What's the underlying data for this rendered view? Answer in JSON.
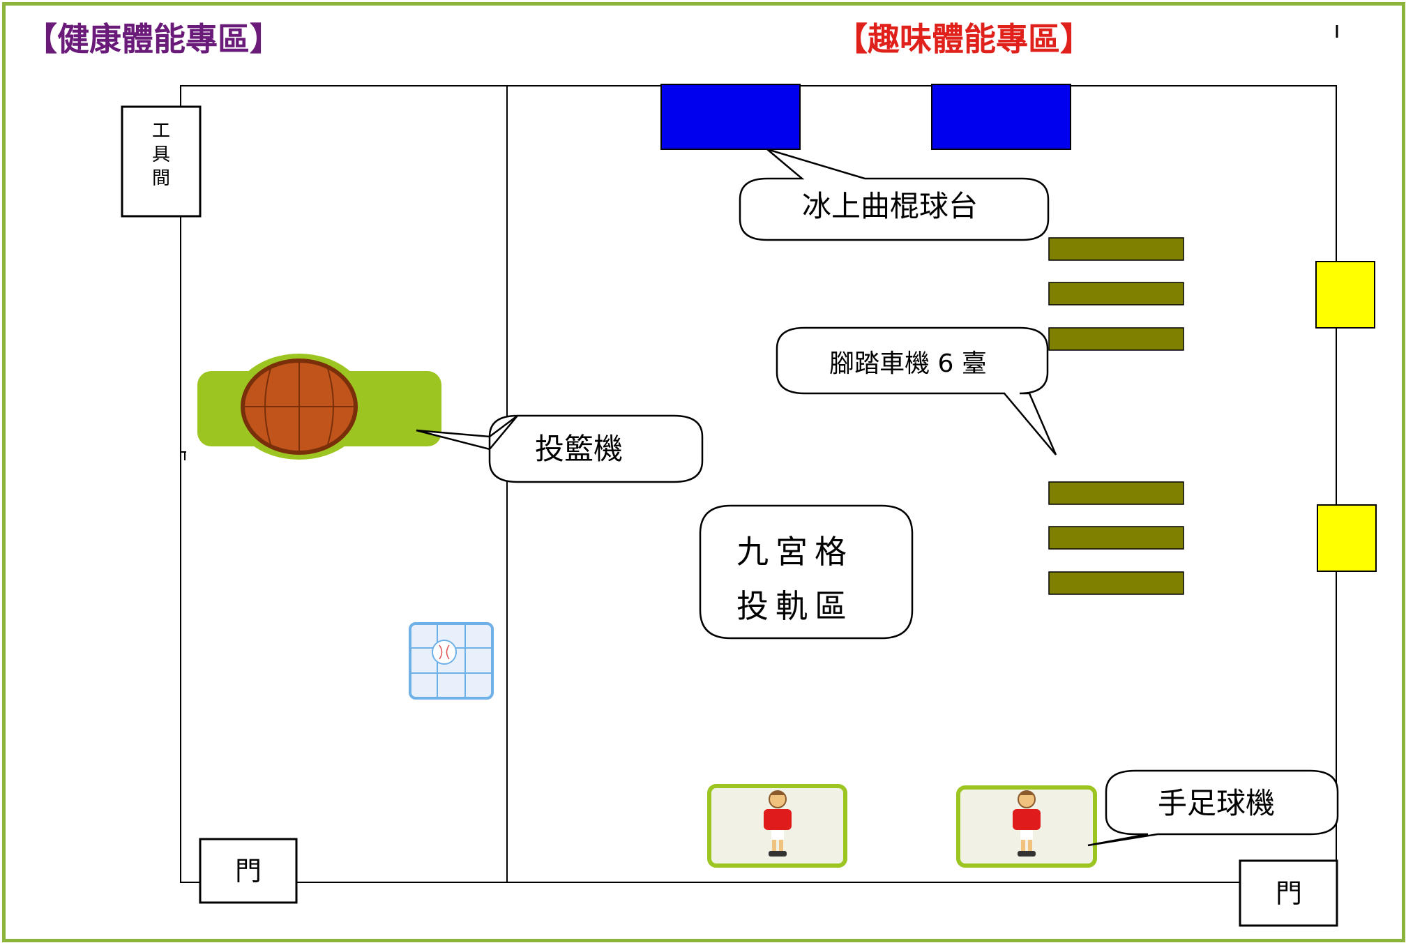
{
  "zones": {
    "health": {
      "title": "【健康體能專區】",
      "color": "#6a1b7a"
    },
    "fun": {
      "title": "【趣味體能專區】",
      "color": "#e0201b"
    }
  },
  "rooms": {
    "tool_room": "工具間",
    "door_left": "門",
    "door_right": "門"
  },
  "callouts": {
    "air_hockey": "冰上曲棍球台",
    "bikes": "腳踏車機 6 臺",
    "basketball": "投籃機",
    "tic_tac_toe_line1": "九宮格",
    "tic_tac_toe_line2": "投軌區",
    "foosball": "手足球機"
  },
  "colors": {
    "air_hockey_table": "#0000ee",
    "bike": "#7f7f00",
    "yellow_box": "#ffff00",
    "basketball": "#c1541a",
    "basketball_bg": "#9cc521",
    "foosball_border": "#9cc521",
    "frame": "#8cb33a"
  },
  "counts": {
    "bikes": 6
  }
}
